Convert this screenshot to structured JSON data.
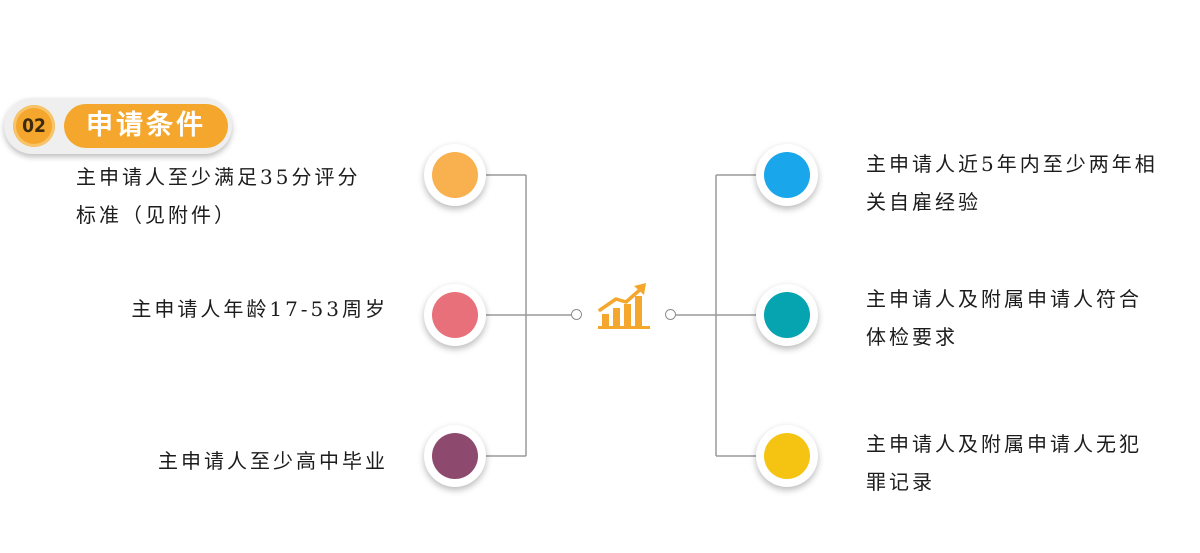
{
  "header": {
    "number": "02",
    "title": "申请条件"
  },
  "left_items": [
    {
      "lines": [
        "主申请人至少满足35分评分",
        "标准（见附件）"
      ],
      "color": "#f8b14e"
    },
    {
      "lines": [
        "主申请人年龄17-53周岁"
      ],
      "color": "#e8707a"
    },
    {
      "lines": [
        "主申请人至少高中毕业"
      ],
      "color": "#8e4a6e"
    }
  ],
  "right_items": [
    {
      "lines": [
        "主申请人近5年内至少两年相",
        "关自雇经验"
      ],
      "color": "#1aa6ea"
    },
    {
      "lines": [
        "主申请人及附属申请人符合",
        "体检要求"
      ],
      "color": "#06a4b0"
    },
    {
      "lines": [
        "主申请人及附属申请人无犯",
        "罪记录"
      ],
      "color": "#f5c413"
    }
  ],
  "center_icon": "growth-chart-icon",
  "colors": {
    "accent": "#f4a72c",
    "connector": "#9a9a9a"
  }
}
